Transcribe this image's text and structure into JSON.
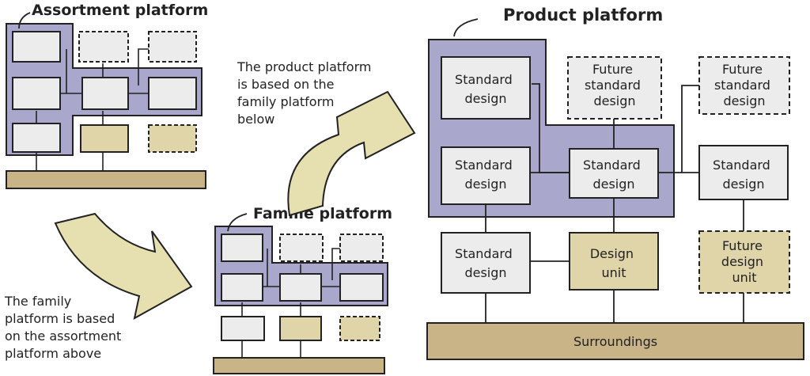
{
  "colors": {
    "platform": "#a9a8cc",
    "box_standard": "#ececec",
    "box_unit": "#dfd5a8",
    "surroundings": "#c9b487",
    "arrow": "#e6dfb0",
    "line": "#222222"
  },
  "assortment": {
    "title": "Assortment platform"
  },
  "family": {
    "title": "Familie platform"
  },
  "product": {
    "title": "Product platform",
    "std1": [
      "Standard",
      "design"
    ],
    "std2": [
      "Standard",
      "design"
    ],
    "std3": [
      "Standard",
      "design"
    ],
    "std4": [
      "Standard",
      "design"
    ],
    "std5": [
      "Standard",
      "design"
    ],
    "future1": [
      "Future",
      "standard",
      "design"
    ],
    "future2": [
      "Future",
      "standard",
      "design"
    ],
    "unit": [
      "Design",
      "unit"
    ],
    "future_unit": [
      "Future",
      "design",
      "unit"
    ],
    "surroundings": "Surroundings"
  },
  "notes": {
    "product_note": [
      "The product platform",
      "is based on the",
      "family platform",
      "below"
    ],
    "family_note": [
      "The family",
      "platform is based",
      "on the assortment",
      "platform above"
    ]
  }
}
